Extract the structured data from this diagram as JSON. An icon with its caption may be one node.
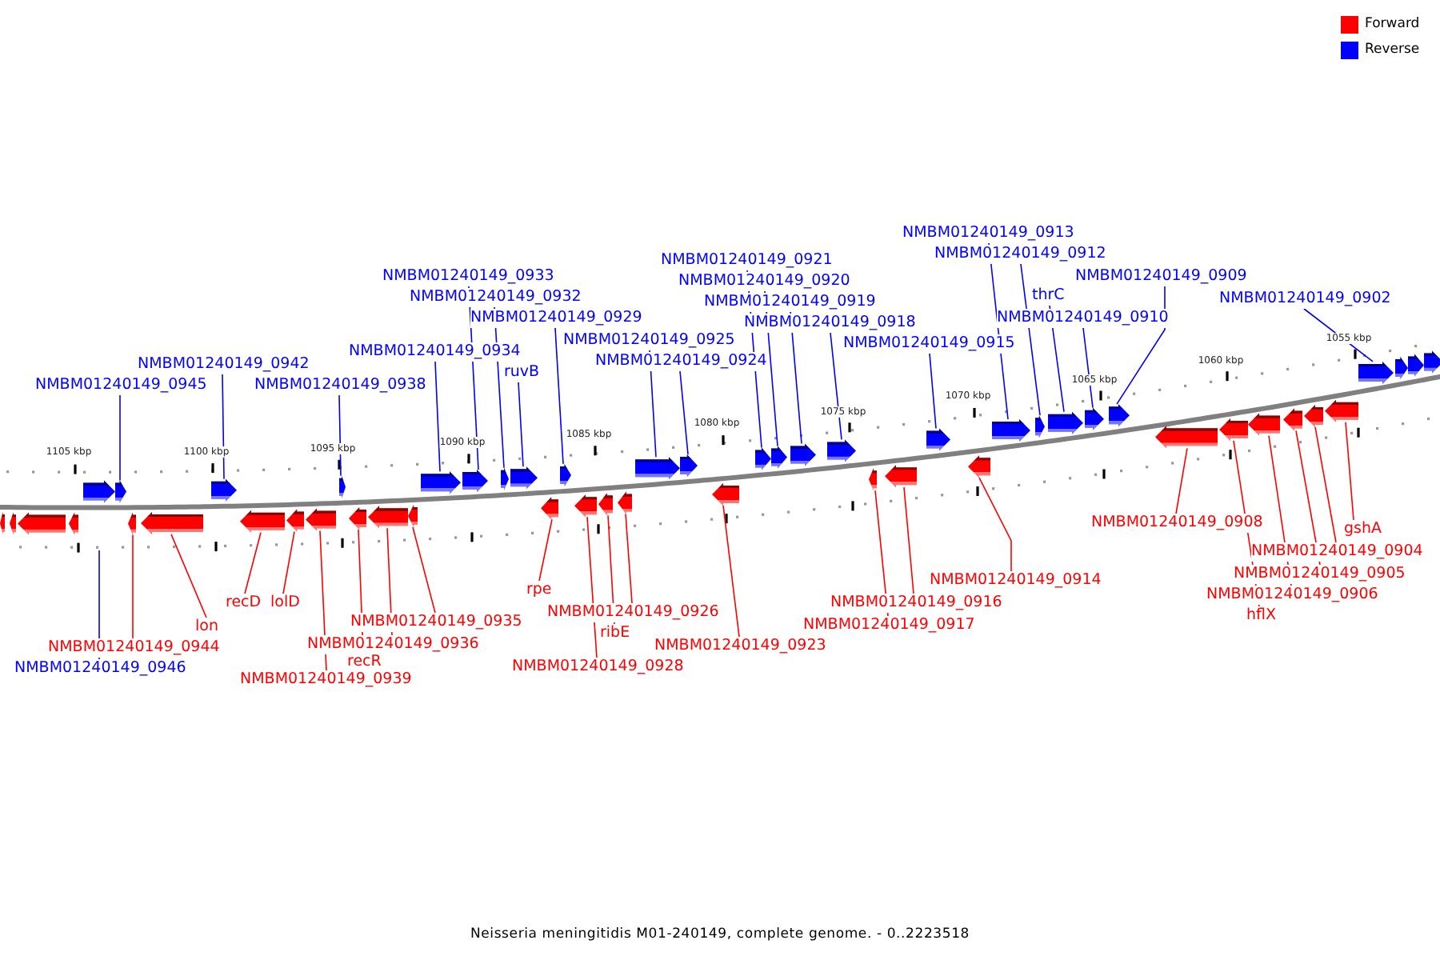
{
  "diagram": {
    "caption": "Neisseria meningitidis M01-240149, complete genome. - 0..2223518",
    "nodes": [
      {
        "text": [
          "NMBM01240149_0913"
        ]
      },
      {
        "text": [
          "NMBM01240149_0912"
        ]
      },
      {
        "text": [
          "NMBM01240149_0921"
        ]
      },
      {
        "text": [
          "NMBM01240149_0933"
        ]
      },
      {
        "text": [
          "NMBM01240149_0909"
        ]
      },
      {
        "text": [
          "NMBM01240149_0920"
        ]
      },
      {
        "text": [
          "thrC"
        ]
      },
      {
        "text": [
          "NMBM01240149_0932"
        ]
      },
      {
        "text": [
          "NMBM01240149_0902"
        ]
      },
      {
        "text": [
          "NMBM01240149_0919"
        ]
      },
      {
        "text": [
          "NMBM01240149_0929"
        ]
      },
      {
        "text": [
          "NMBM01240149_0910"
        ]
      },
      {
        "text": [
          "NMBM01240149_0918"
        ]
      },
      {
        "text": [
          "NMBM01240149_0925"
        ]
      },
      {
        "text": [
          "NMBM01240149_0915"
        ]
      },
      {
        "text": [
          "NMBM01240149_0934"
        ]
      },
      {
        "text": [
          "NMBM01240149_0924"
        ]
      },
      {
        "text": [
          "NMBM01240149_0942"
        ]
      },
      {
        "text": [
          "ruvB"
        ]
      },
      {
        "text": [
          "NMBM01240149_0945"
        ]
      },
      {
        "text": [
          "NMBM01240149_0938"
        ]
      },
      {
        "text": [
          "NMBM01240149_0908"
        ]
      },
      {
        "text": [
          "gshA"
        ]
      },
      {
        "text": [
          "NMBM01240149_0904"
        ]
      },
      {
        "text": [
          "NMBM01240149_0905"
        ]
      },
      {
        "text": [
          "NMBM01240149_0914"
        ]
      },
      {
        "text": [
          "rpe"
        ]
      },
      {
        "text": [
          "NMBM01240149_0906"
        ]
      },
      {
        "text": [
          "recD"
        ]
      },
      {
        "text": [
          "lolD"
        ]
      },
      {
        "text": [
          "NMBM01240149_0916"
        ]
      },
      {
        "text": [
          "NMBM01240149_0926"
        ]
      },
      {
        "text": [
          "hflX"
        ]
      },
      {
        "text": [
          "NMBM01240149_0935"
        ]
      },
      {
        "text": [
          "NMBM01240149_0917"
        ]
      },
      {
        "text": [
          "lon"
        ]
      },
      {
        "text": [
          "ribE"
        ]
      },
      {
        "text": [
          "NMBM01240149_0936"
        ]
      },
      {
        "text": [
          "NMBM01240149_0923"
        ]
      },
      {
        "text": [
          "NMBM01240149_0944"
        ]
      },
      {
        "text": [
          "recR"
        ]
      },
      {
        "text": [
          "NMBM01240149_0928"
        ]
      },
      {
        "text": [
          "NMBM01240149_0946"
        ]
      },
      {
        "text": [
          "NMBM01240149_0939"
        ]
      },
      {
        "text": [],
        "shape": "bar"
      },
      {
        "text": [],
        "shape": "bar"
      },
      {
        "text": [],
        "shape": "bar"
      },
      {
        "text": [],
        "shape": "bar"
      },
      {
        "text": [],
        "shape": "bar"
      },
      {
        "text": [],
        "shape": "bar"
      },
      {
        "text": [],
        "shape": "bar"
      },
      {
        "text": [],
        "shape": "bar"
      },
      {
        "text": [],
        "shape": "bar"
      },
      {
        "text": [],
        "shape": "bar"
      },
      {
        "text": [],
        "shape": "bar"
      },
      {
        "text": [],
        "shape": "bar"
      },
      {
        "text": [],
        "shape": "bar"
      },
      {
        "text": [],
        "shape": "bar"
      },
      {
        "text": [],
        "shape": "bar"
      },
      {
        "text": [],
        "shape": "bar"
      },
      {
        "text": [],
        "shape": "bar"
      },
      {
        "text": [],
        "shape": "bar"
      },
      {
        "text": [],
        "shape": "bar"
      },
      {
        "text": [],
        "shape": "bar"
      },
      {
        "text": [],
        "shape": "bar"
      },
      {
        "text": [],
        "shape": "bar"
      },
      {
        "text": [],
        "shape": "bar"
      },
      {
        "text": [],
        "shape": "bar"
      },
      {
        "text": [],
        "shape": "bar"
      },
      {
        "text": [],
        "shape": "bar"
      },
      {
        "text": [],
        "shape": "bar"
      },
      {
        "text": [],
        "shape": "bar"
      },
      {
        "text": [],
        "shape": "bar"
      },
      {
        "text": [],
        "shape": "bar"
      },
      {
        "text": [],
        "shape": "bar"
      },
      {
        "text": [],
        "shape": "bar"
      },
      {
        "text": [],
        "shape": "bar"
      },
      {
        "text": [],
        "shape": "bar"
      },
      {
        "text": [],
        "shape": "bar"
      },
      {
        "text": [],
        "shape": "bar"
      },
      {
        "text": [],
        "shape": "bar"
      },
      {
        "text": [],
        "shape": "bar"
      },
      {
        "text": [],
        "shape": "bar"
      },
      {
        "text": [],
        "shape": "bar"
      },
      {
        "text": [],
        "shape": "bar"
      },
      {
        "text": [],
        "shape": "bar"
      },
      {
        "text": [],
        "shape": "bar"
      },
      {
        "text": [],
        "shape": "bar"
      },
      {
        "text": [],
        "shape": "bar"
      },
      {
        "text": [],
        "shape": "bar"
      },
      {
        "text": [],
        "shape": "bar"
      },
      {
        "text": [],
        "shape": "bar"
      },
      {
        "text": [],
        "shape": "bar"
      },
      {
        "text": [],
        "shape": "bar"
      },
      {
        "text": [],
        "shape": "bar"
      }
    ],
    "edges": [
      {
        "from": 0,
        "to": 80,
        "arrow": "none",
        "color": "#0000ff"
      },
      {
        "from": 1,
        "to": 81,
        "arrow": "none",
        "color": "#0000ff"
      },
      {
        "from": 2,
        "to": 72,
        "arrow": "none",
        "color": "#0000ff"
      },
      {
        "from": 3,
        "to": 61,
        "arrow": "none",
        "color": "#0000ff"
      },
      {
        "from": 4,
        "to": 84,
        "arrow": "none",
        "color": "#0000ff"
      },
      {
        "from": 5,
        "to": 73,
        "arrow": "none",
        "color": "#0000ff"
      },
      {
        "from": 6,
        "to": 82,
        "arrow": "none",
        "color": "#0000ff"
      },
      {
        "from": 7,
        "to": 62,
        "arrow": "none",
        "color": "#0000ff"
      },
      {
        "from": 8,
        "to": 91,
        "arrow": "none",
        "color": "#0000ff"
      },
      {
        "from": 9,
        "to": 74,
        "arrow": "none",
        "color": "#0000ff"
      },
      {
        "from": 10,
        "to": 65,
        "arrow": "none",
        "color": "#0000ff"
      },
      {
        "from": 11,
        "to": 83,
        "arrow": "none",
        "color": "#0000ff"
      },
      {
        "from": 12,
        "to": 75,
        "arrow": "none",
        "color": "#0000ff"
      },
      {
        "from": 13,
        "to": 69,
        "arrow": "none",
        "color": "#0000ff"
      },
      {
        "from": 14,
        "to": 78,
        "arrow": "none",
        "color": "#0000ff"
      },
      {
        "from": 15,
        "to": 60,
        "arrow": "none",
        "color": "#0000ff"
      },
      {
        "from": 16,
        "to": 70,
        "arrow": "none",
        "color": "#0000ff"
      },
      {
        "from": 17,
        "to": 52,
        "arrow": "none",
        "color": "#0000ff"
      },
      {
        "from": 18,
        "to": 63,
        "arrow": "none",
        "color": "#0000ff"
      },
      {
        "from": 19,
        "to": 49,
        "arrow": "none",
        "color": "#0000ff"
      },
      {
        "from": 20,
        "to": 56,
        "arrow": "none",
        "color": "#0000ff"
      },
      {
        "from": 21,
        "to": 85,
        "arrow": "none",
        "color": "#ff0000"
      },
      {
        "from": 22,
        "to": 90,
        "arrow": "none",
        "color": "#ff0000"
      },
      {
        "from": 23,
        "to": 89,
        "arrow": "none",
        "color": "#ff0000"
      },
      {
        "from": 24,
        "to": 88,
        "arrow": "none",
        "color": "#ff0000"
      },
      {
        "from": 25,
        "to": 79,
        "arrow": "none",
        "color": "#ff0000"
      },
      {
        "from": 26,
        "to": 64,
        "arrow": "none",
        "color": "#ff0000"
      },
      {
        "from": 27,
        "to": 87,
        "arrow": "none",
        "color": "#ff0000"
      },
      {
        "from": 28,
        "to": 53,
        "arrow": "none",
        "color": "#ff0000"
      },
      {
        "from": 29,
        "to": 54,
        "arrow": "none",
        "color": "#ff0000"
      },
      {
        "from": 30,
        "to": 77,
        "arrow": "none",
        "color": "#ff0000"
      },
      {
        "from": 31,
        "to": 68,
        "arrow": "none",
        "color": "#ff0000"
      },
      {
        "from": 32,
        "to": 86,
        "arrow": "none",
        "color": "#ff0000"
      },
      {
        "from": 33,
        "to": 59,
        "arrow": "none",
        "color": "#ff0000"
      },
      {
        "from": 34,
        "to": 76,
        "arrow": "none",
        "color": "#ff0000"
      },
      {
        "from": 35,
        "to": 51,
        "arrow": "none",
        "color": "#ff0000"
      },
      {
        "from": 36,
        "to": 67,
        "arrow": "none",
        "color": "#ff0000"
      },
      {
        "from": 37,
        "to": 58,
        "arrow": "none",
        "color": "#ff0000"
      },
      {
        "from": 38,
        "to": 71,
        "arrow": "none",
        "color": "#ff0000"
      },
      {
        "from": 39,
        "to": 50,
        "arrow": "none",
        "color": "#ff0000"
      },
      {
        "from": 40,
        "to": 57,
        "arrow": "none",
        "color": "#ff0000"
      },
      {
        "from": 41,
        "to": 66,
        "arrow": "none",
        "color": "#ff0000"
      },
      {
        "from": 42,
        "to": null,
        "arrow": "none",
        "color": "#0000ff"
      },
      {
        "from": 43,
        "to": 55,
        "arrow": "none",
        "color": "#ff0000"
      }
    ],
    "labels": [
      "1105 kbp",
      "1100 kbp",
      "1095 kbp",
      "1090 kbp",
      "1085 kbp",
      "1080 kbp",
      "1075 kbp",
      "1070 kbp",
      "1065 kbp",
      "1060 kbp",
      "1055 kbp"
    ],
    "legend": [
      {
        "text": "Forward",
        "color": "#ff0000"
      },
      {
        "text": "Reverse",
        "color": "#0000ff"
      }
    ]
  }
}
